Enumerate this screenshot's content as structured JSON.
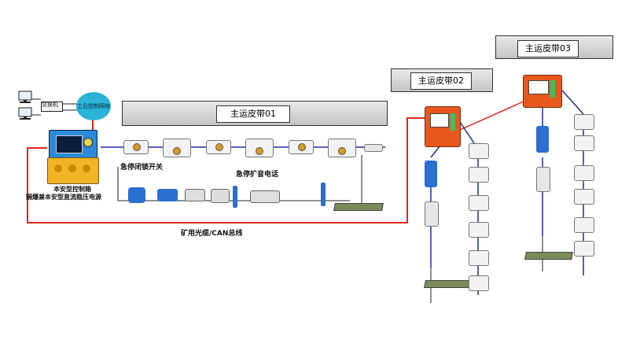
{
  "network": {
    "switch_label": "交换机",
    "industrial_network_label": "工业控制网络"
  },
  "controller": {
    "title": "本安型控制箱",
    "power_supply": "隔爆兼本安型直流稳压电源"
  },
  "belts": [
    {
      "title": "主运皮带01"
    },
    {
      "title": "主运皮带02"
    },
    {
      "title": "主运皮带03"
    }
  ],
  "devices": {
    "emergency_lock_switch": "急停闭锁开关",
    "emergency_broadcast_phone": "急停扩音电话"
  },
  "cable_label": "矿用光缆/CAN总线",
  "colors": {
    "red_line": "#e0251b",
    "blue_line": "#1e2f9b",
    "controller_orange": "#e8581c",
    "psu_yellow": "#f1b425",
    "network_cyan": "#2ab3d6"
  }
}
